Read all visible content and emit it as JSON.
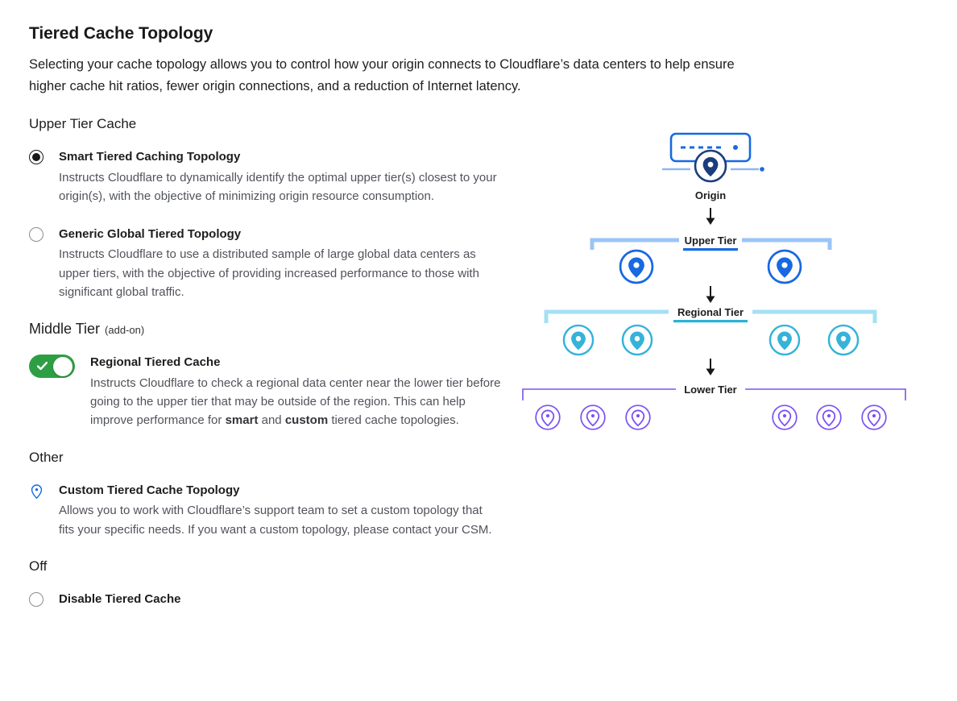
{
  "page": {
    "title": "Tiered Cache Topology",
    "description": "Selecting your cache topology allows you to control how your origin connects to Cloudflare’s data centers to help ensure higher cache hit ratios, fewer origin connections, and a reduction of Internet latency."
  },
  "sections": {
    "upper": {
      "heading": "Upper Tier Cache",
      "options": [
        {
          "label": "Smart Tiered Caching Topology",
          "selected": true,
          "description": "Instructs Cloudflare to dynamically identify the optimal upper tier(s) closest to your origin(s), with the objective of minimizing origin resource consumption."
        },
        {
          "label": "Generic Global Tiered Topology",
          "selected": false,
          "description": "Instructs Cloudflare to use a distributed sample of large global data centers as upper tiers, with the objective of providing increased performance to those with significant global traffic."
        }
      ]
    },
    "middle": {
      "heading": "Middle Tier",
      "heading_suffix": "(add-on)",
      "toggle": {
        "label": "Regional Tiered Cache",
        "on": true,
        "desc_pre": "Instructs Cloudflare to check a regional data center near the lower tier before going to the upper tier that may be outside of the region. This can help improve performance for ",
        "desc_bold1": "smart",
        "desc_mid": " and ",
        "desc_bold2": "custom",
        "desc_post": " tiered cache topologies."
      }
    },
    "other": {
      "heading": "Other",
      "option": {
        "label": "Custom Tiered Cache Topology",
        "description": "Allows you to work with Cloudflare’s support team to set a custom topology that fits your specific needs. If you want a custom topology, please contact your CSM."
      }
    },
    "off": {
      "heading": "Off",
      "option": {
        "label": "Disable Tiered Cache"
      }
    }
  },
  "diagram": {
    "origin_label": "Origin",
    "upper_label": "Upper Tier",
    "regional_label": "Regional Tier",
    "lower_label": "Lower Tier",
    "colors": {
      "origin_pin": "#1c3d7d",
      "upper_tier": "#1769e0",
      "regional_tier": "#35b3d9",
      "lower_tier": "#7b52f0",
      "toggle_on": "#2e9e44"
    }
  }
}
